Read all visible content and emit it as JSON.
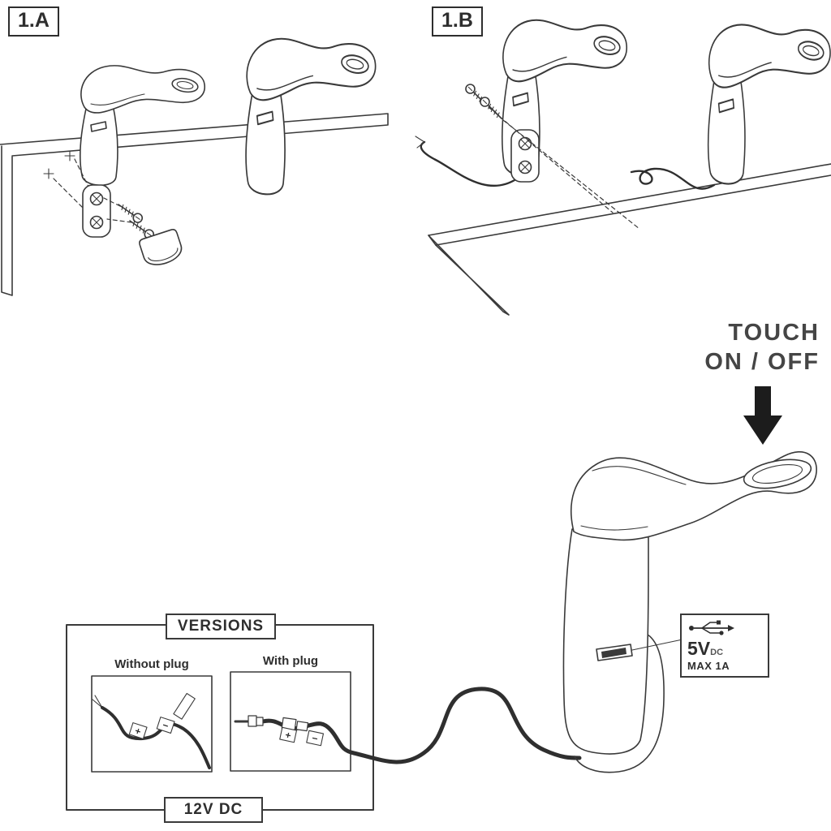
{
  "diagram": {
    "title": "Touch lamp over-panel mounting instructions",
    "steps": {
      "a": "1.A",
      "b": "1.B"
    },
    "touch": {
      "line1": "TOUCH",
      "line2": "ON / OFF"
    },
    "versions": {
      "title": "VERSIONS",
      "without_plug_label": "Without plug",
      "with_plug_label": "With plug",
      "polarity_plus": "+",
      "polarity_minus": "−",
      "power_label": "12V DC"
    },
    "usb_callout": {
      "icon": "usb-icon",
      "voltage": "5V",
      "voltage_unit": "DC",
      "max_current": "MAX 1A"
    },
    "colors": {
      "line": "#3a3a3a",
      "arrow": "#1c1c1c",
      "background": "#ffffff"
    }
  }
}
